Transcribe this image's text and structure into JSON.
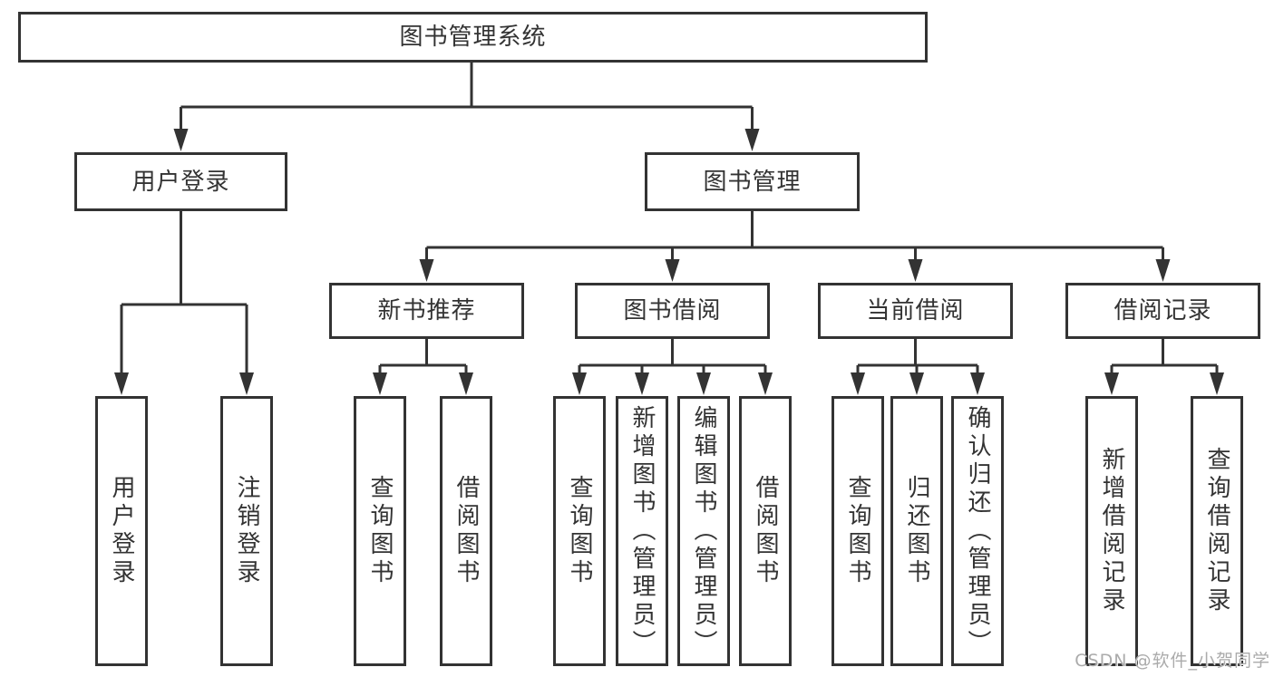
{
  "tree": {
    "label": "图书管理系统",
    "children": [
      {
        "label": "用户登录",
        "children": [
          {
            "label": "用户登录"
          },
          {
            "label": "注销登录"
          }
        ]
      },
      {
        "label": "图书管理",
        "children": [
          {
            "label": "新书推荐",
            "children": [
              {
                "label": "查询图书"
              },
              {
                "label": "借阅图书"
              }
            ]
          },
          {
            "label": "图书借阅",
            "children": [
              {
                "label": "查询图书"
              },
              {
                "label": "新增图书（管理员）"
              },
              {
                "label": "编辑图书（管理员）"
              },
              {
                "label": "借阅图书"
              }
            ]
          },
          {
            "label": "当前借阅",
            "children": [
              {
                "label": "查询图书"
              },
              {
                "label": "归还图书"
              },
              {
                "label": "确认归还（管理员）"
              }
            ]
          },
          {
            "label": "借阅记录",
            "children": [
              {
                "label": "新增借阅记录"
              },
              {
                "label": "查询借阅记录"
              }
            ]
          }
        ]
      }
    ]
  },
  "watermark": "CSDN @软件_小贺同学",
  "colors": {
    "line": "#333333",
    "box_border": "#333333",
    "text": "#333333",
    "watermark_text": "#ababab",
    "background": "#ffffff"
  }
}
